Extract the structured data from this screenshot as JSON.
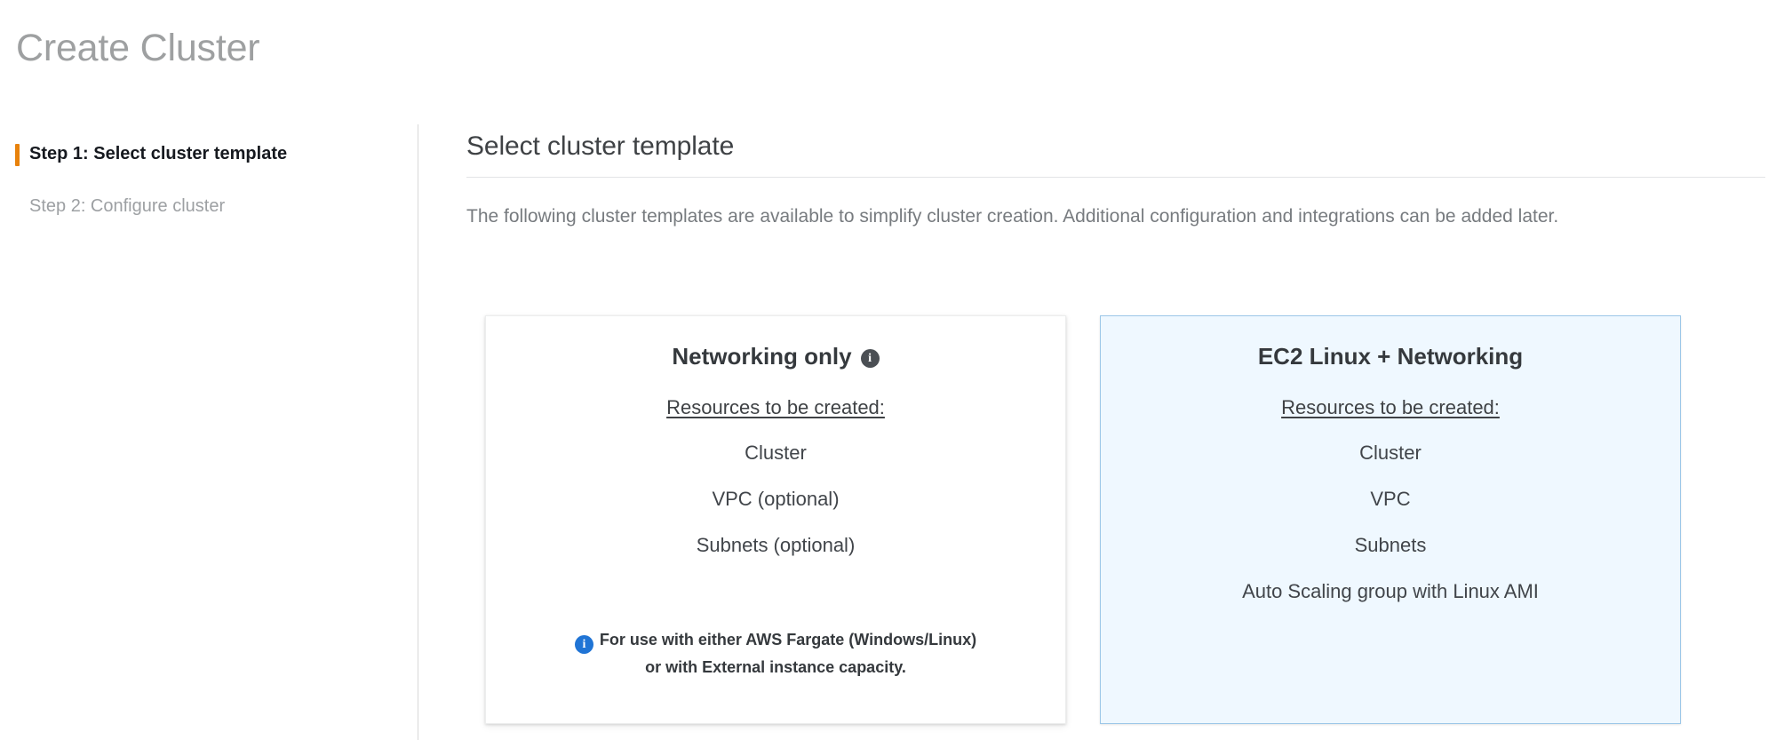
{
  "page": {
    "title": "Create Cluster"
  },
  "wizard": {
    "steps": [
      {
        "label": "Step 1: Select cluster template",
        "active": true
      },
      {
        "label": "Step 2: Configure cluster",
        "active": false
      }
    ]
  },
  "main": {
    "heading": "Select cluster template",
    "description": "The following cluster templates are available to simplify cluster creation. Additional configuration and integrations can be added later."
  },
  "cards": [
    {
      "title": "Networking only",
      "has_info_icon": true,
      "info_icon_name": "info-icon",
      "resources_label": "Resources to be created:",
      "resources": [
        "Cluster",
        "VPC (optional)",
        "Subnets (optional)"
      ],
      "note_line_1": "For use with either AWS Fargate (Windows/Linux)",
      "note_line_2": "or with External instance capacity.",
      "selected": false
    },
    {
      "title": "EC2 Linux + Networking",
      "has_info_icon": false,
      "resources_label": "Resources to be created:",
      "resources": [
        "Cluster",
        "VPC",
        "Subnets",
        "Auto Scaling group with Linux AMI"
      ],
      "selected": true
    }
  ],
  "colors": {
    "accent_orange": "#e8820c",
    "selected_card_bg": "#eff8ff",
    "selected_card_border": "#9cc7e8",
    "info_blue": "#2074d5",
    "info_dark": "#4b4f54",
    "title_gray": "#9ea0a1",
    "text_dark": "#35393d",
    "text_muted": "#777b7f"
  }
}
